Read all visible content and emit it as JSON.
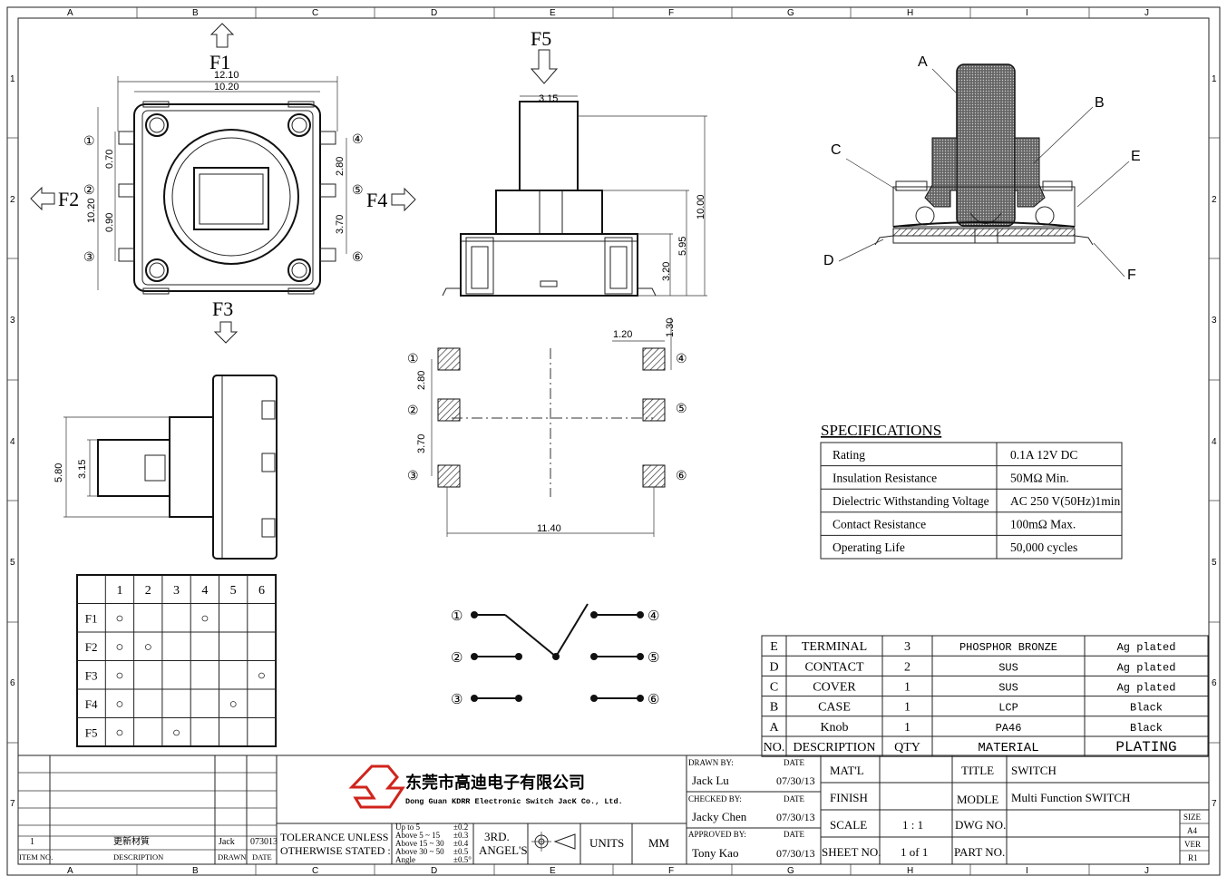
{
  "zones": {
    "cols": [
      "A",
      "B",
      "C",
      "D",
      "E",
      "F",
      "G",
      "H",
      "I",
      "J"
    ],
    "rows": [
      "1",
      "2",
      "3",
      "4",
      "5",
      "6",
      "7"
    ]
  },
  "force_labels": {
    "f1": "F1",
    "f2": "F2",
    "f3": "F3",
    "f4": "F4",
    "f5": "F5"
  },
  "pin_labels": [
    "①",
    "②",
    "③",
    "④",
    "⑤",
    "⑥"
  ],
  "dims_top": {
    "w_outer": "12.10",
    "w_inner": "10.20",
    "h_inner": "10.20",
    "d070": "0.70",
    "d090": "0.90",
    "d280": "2.80",
    "d370": "3.70"
  },
  "dims_side": {
    "w315": "3.15",
    "h1000": "10.00",
    "h595": "5.95",
    "h320": "3.20"
  },
  "dims_left": {
    "h580": "5.80",
    "h315": "3.15"
  },
  "dims_pcb": {
    "w120": "1.20",
    "h130": "1.30",
    "h280": "2.80",
    "h370": "3.70",
    "w1140": "11.40"
  },
  "callouts": {
    "a": "A",
    "b": "B",
    "c": "C",
    "d": "D",
    "e": "E",
    "f": "F"
  },
  "truth_table": {
    "cols": [
      "1",
      "2",
      "3",
      "4",
      "5",
      "6"
    ],
    "rows": [
      {
        "label": "F1",
        "marks": [
          1,
          4
        ]
      },
      {
        "label": "F2",
        "marks": [
          1,
          2
        ]
      },
      {
        "label": "F3",
        "marks": [
          1,
          6
        ]
      },
      {
        "label": "F4",
        "marks": [
          1,
          5
        ]
      },
      {
        "label": "F5",
        "marks": [
          1,
          3
        ]
      }
    ],
    "mark": "○"
  },
  "specs": {
    "title": "SPECIFICATIONS",
    "rows": [
      {
        "k": "Rating",
        "v": "0.1A 12V DC"
      },
      {
        "k": "Insulation Resistance",
        "v": "50MΩ Min."
      },
      {
        "k": "Dielectric Withstanding Voltage",
        "v": "AC 250 V(50Hz)1min"
      },
      {
        "k": "Contact Resistance",
        "v": "100mΩ Max."
      },
      {
        "k": "Operating Life",
        "v": "50,000 cycles"
      }
    ]
  },
  "bom": {
    "rows": [
      {
        "no": "E",
        "desc": "TERMINAL",
        "qty": "3",
        "mat": "PHOSPHOR BRONZE",
        "plat": "Ag plated"
      },
      {
        "no": "D",
        "desc": "CONTACT",
        "qty": "2",
        "mat": "SUS",
        "plat": "Ag plated"
      },
      {
        "no": "C",
        "desc": "COVER",
        "qty": "1",
        "mat": "SUS",
        "plat": "Ag plated"
      },
      {
        "no": "B",
        "desc": "CASE",
        "qty": "1",
        "mat": "LCP",
        "plat": "Black"
      },
      {
        "no": "A",
        "desc": "Knob",
        "qty": "1",
        "mat": "PA46",
        "plat": "Black"
      }
    ],
    "header": {
      "no": "NO.",
      "desc": "DESCRIPTION",
      "qty": "QTY",
      "mat": "MATERIAL",
      "plat": "PLATING"
    }
  },
  "revision": {
    "row": {
      "item": "1",
      "desc": "更新材質",
      "drawn": "Jack",
      "date": "073013"
    },
    "header": {
      "item": "ITEM NO.",
      "desc": "DESCRIPTION",
      "drawn": "DRAWN",
      "date": "DATE"
    }
  },
  "company": {
    "cn": "东莞市高迪电子有限公司",
    "en": "Dong Guan KDRR  Electronic Switch JacK Co., Ltd."
  },
  "tolerance": {
    "l1": "TOLERANCE UNLESS",
    "l2": "OTHERWISE STATED :",
    "r1": "Up to 5",
    "r2": "Above 5  ~ 15",
    "r3": "Above 15 ~ 30",
    "r4": "Above 30 ~ 50",
    "r5": "Angle",
    "t1": "±0.2",
    "t2": "±0.3",
    "t3": "±0.4",
    "t4": "±0.5",
    "t5": "±0.5°",
    "angle1": "3RD.",
    "angle2": "ANGEL'S",
    "units": "UNITS",
    "mm": "MM"
  },
  "people": {
    "drawn_by": "DRAWN BY:",
    "checked_by": "CHECKED BY:",
    "approved_by": "APPROVED BY:",
    "date": "DATE",
    "drawn_name": "Jack  Lu",
    "checked_name": "Jacky Chen",
    "approved_name": "Tony Kao",
    "d1": "07/30/13",
    "d2": "07/30/13",
    "d3": "07/30/13"
  },
  "titleblock": {
    "matl": "MAT'L",
    "finish": "FINISH",
    "scale": "SCALE",
    "scale_v": "1 : 1",
    "sheet": "SHEET NO.",
    "sheet_v": "1 of 1",
    "title": "TITLE",
    "title_v": "SWITCH",
    "modle": "MODLE",
    "modle_v": "Multi Function   SWITCH",
    "dwg": "DWG NO.",
    "part": "PART NO.",
    "size": "SIZE",
    "size_v": "A4",
    "ver": "VER",
    "ver_v": "R1"
  }
}
